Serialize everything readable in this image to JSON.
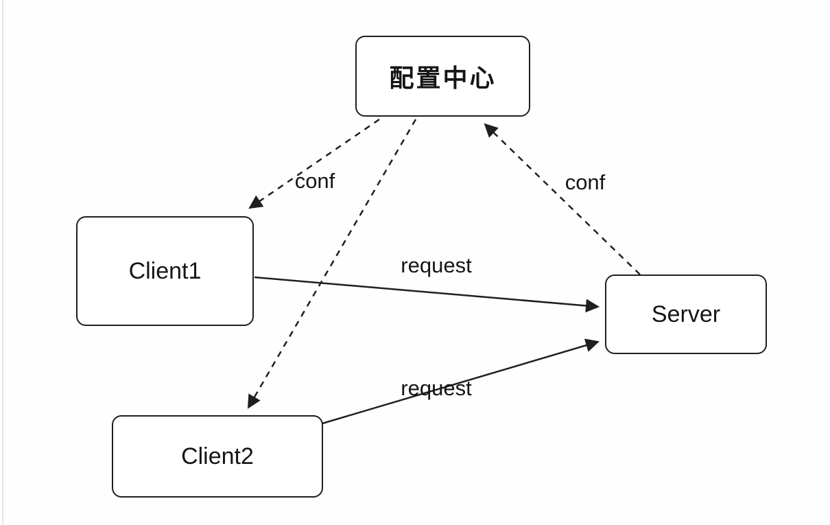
{
  "diagram": {
    "colors": {
      "stroke": "#1f1f1f",
      "text": "#151515",
      "node_fill": "#ffffff",
      "background": "#fefefe"
    },
    "nodes": [
      {
        "id": "config-center",
        "label": "配置中心"
      },
      {
        "id": "client1",
        "label": "Client1"
      },
      {
        "id": "client2",
        "label": "Client2"
      },
      {
        "id": "server",
        "label": "Server"
      }
    ],
    "edges": [
      {
        "id": "config-to-client1",
        "from": "config-center",
        "to": "client1",
        "style": "dashed",
        "label": "conf"
      },
      {
        "id": "config-to-client2",
        "from": "config-center",
        "to": "client2",
        "style": "dashed",
        "label": ""
      },
      {
        "id": "server-to-config",
        "from": "server",
        "to": "config-center",
        "style": "dashed",
        "label": "conf"
      },
      {
        "id": "client1-to-server",
        "from": "client1",
        "to": "server",
        "style": "solid",
        "label": "request"
      },
      {
        "id": "client2-to-server",
        "from": "client2",
        "to": "server",
        "style": "solid",
        "label": "request"
      }
    ]
  }
}
